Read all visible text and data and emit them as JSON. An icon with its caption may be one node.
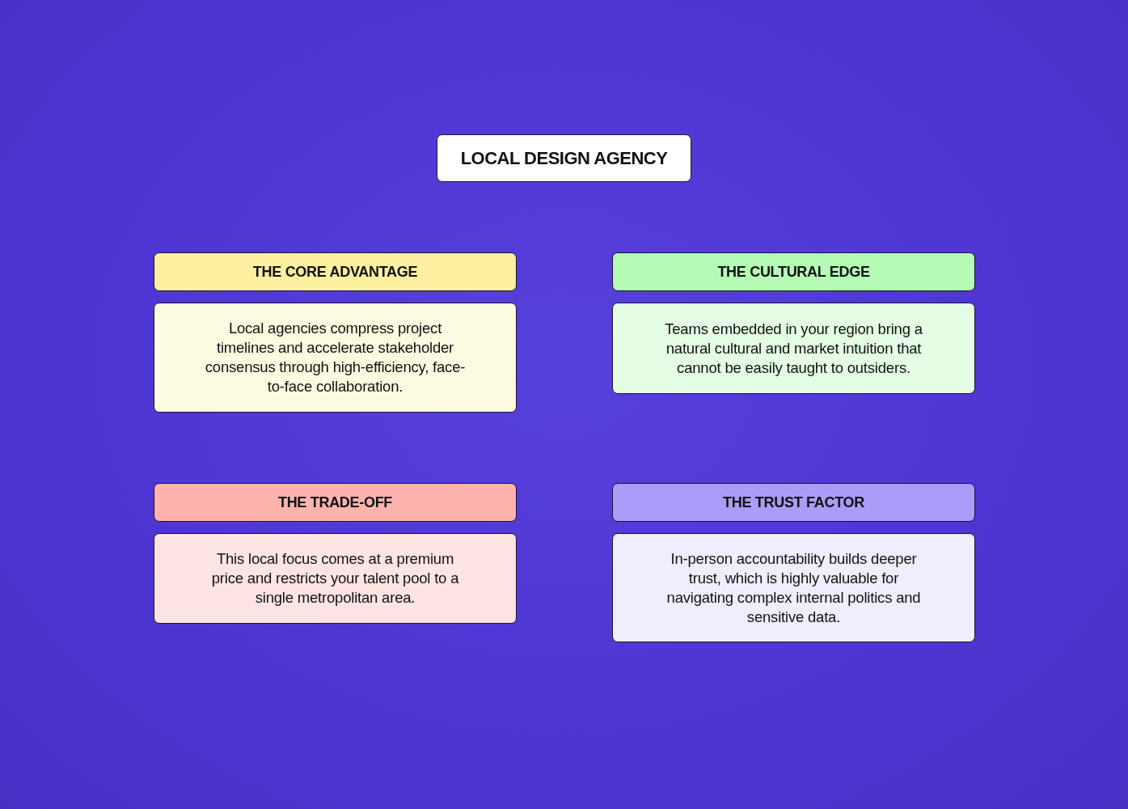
{
  "diagram": {
    "nodes": [
      {
        "text": [
          "LOCAL DESIGN AGENCY"
        ]
      },
      {
        "text": [
          "THE CORE ADVANTAGE"
        ]
      },
      {
        "text": [
          "Local agencies compress project timelines and accelerate stakeholder consensus through high-efficiency, face-to-face collaboration."
        ]
      },
      {
        "text": [
          "THE CULTURAL EDGE"
        ]
      },
      {
        "text": [
          "Teams embedded in your region bring a natural cultural and market intuition that cannot be easily taught to outsiders."
        ]
      },
      {
        "text": [
          "THE TRADE-OFF"
        ]
      },
      {
        "text": [
          "This local focus comes at a premium price and restricts your talent pool to a single metropolitan area."
        ]
      },
      {
        "text": [
          "THE TRUST FACTOR"
        ]
      },
      {
        "text": [
          "In-person accountability builds deeper trust, which is highly valuable for navigating complex internal politics and sensitive data."
        ]
      }
    ]
  }
}
